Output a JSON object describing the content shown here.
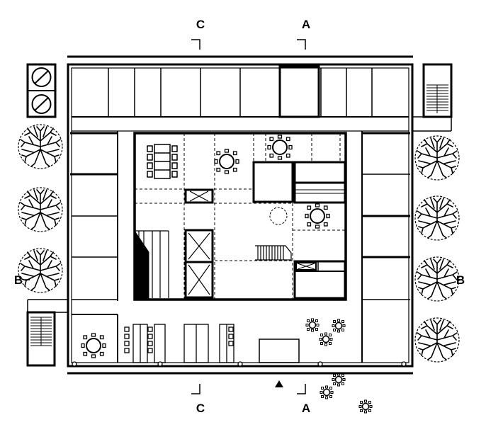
{
  "section_marks": {
    "top_left": "C",
    "top_right": "A",
    "bottom_left": "C",
    "bottom_right": "A",
    "side_left": "B",
    "side_right": "B"
  },
  "colors": {
    "ink": "#000000",
    "paper": "#ffffff"
  },
  "symbols": {
    "tree": "tree-icon",
    "table": "round-table-icon",
    "entrance": "entrance-arrow-icon",
    "exhaust": "exhaust-fan-icon",
    "stair": "stair-icon"
  }
}
